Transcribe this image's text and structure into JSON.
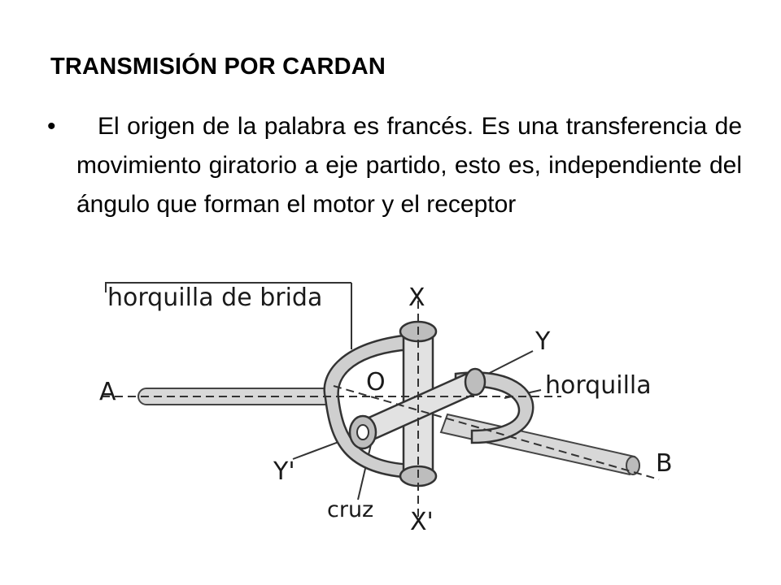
{
  "slide": {
    "title": "TRANSMISIÓN POR CARDAN",
    "bullet_symbol": "•",
    "bullet_text": "El origen de la palabra es francés. Es una transferencia de movimiento giratorio a eje partido, esto es, independiente del ángulo que forman el motor y el receptor"
  },
  "figure": {
    "labels": {
      "flange_yoke": "horquilla de brida",
      "axis_x": "X",
      "axis_y": "Y",
      "origin": "O",
      "yoke": "horquilla",
      "shaft_a": "A",
      "shaft_b": "B",
      "axis_y_prime": "Y'",
      "cross": "cruz",
      "axis_x_prime": "X'"
    }
  }
}
